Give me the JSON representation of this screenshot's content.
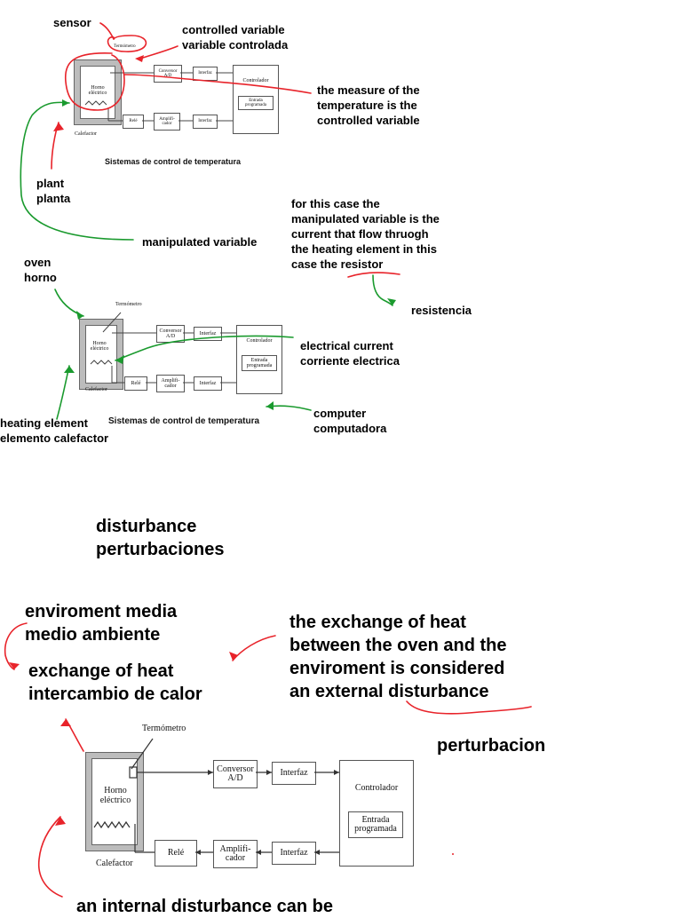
{
  "colors": {
    "red_ink": "#e8232a",
    "green_ink": "#1a9a2e",
    "block_border": "#555555",
    "oven_wall": "#bcbcbc"
  },
  "diagram": {
    "termometro_small": "Termómetro",
    "termometro_large": "Termómetro",
    "horno": "Horno\neléctrico",
    "conversor": "Conversor\nA/D",
    "interfaz": "Interfaz",
    "controlador": "Controlador",
    "entrada": "Entrada\nprogramada",
    "rele": "Relé",
    "amplificador": "Amplifi-\ncador",
    "calefactor": "Calefactor",
    "caption": "Sistemas de control de temperatura"
  },
  "annotations": {
    "sensor": "sensor",
    "controlled_variable": "controlled variable\nvariable controlada",
    "measure": "the measure of the\ntemperature is the\ncontrolled variable",
    "plant": "plant\nplanta",
    "manipulated_variable": "manipulated variable",
    "for_this_case": "for this case the\nmanipulated variable is the\ncurrent that flow thruogh\nthe heating element in this\ncase the resistor",
    "oven": "oven\nhorno",
    "resistencia": "resistencia",
    "electrical_current": "electrical current\ncorriente electrica",
    "computer": "computer\ncomputadora",
    "heating_element": "heating element\nelemento calefactor",
    "disturbance": "disturbance\nperturbaciones",
    "environment_media": "enviroment media\nmedio ambiente",
    "exchange_heat": "exchange of heat\nintercambio de calor",
    "exchange_explanation": "the exchange of heat\nbetween the oven and the\nenviroment is considered\nan external disturbance",
    "perturbacion": "perturbacion",
    "internal_disturbance": "an internal disturbance can be"
  }
}
